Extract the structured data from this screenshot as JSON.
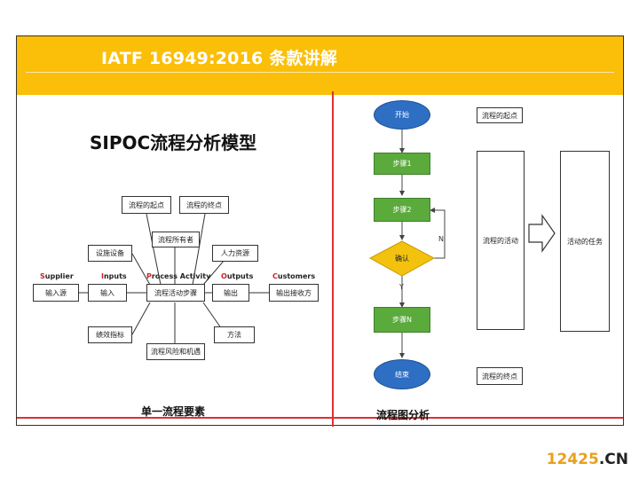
{
  "header": {
    "title": "IATF 16949:2016 条款讲解"
  },
  "left": {
    "title": "SIPOC流程分析模型",
    "caption": "单一流程要素",
    "categories": [
      {
        "initial": "S",
        "rest": "upplier"
      },
      {
        "initial": "I",
        "rest": "nputs"
      },
      {
        "initial": "P",
        "rest": "rocess Activity"
      },
      {
        "initial": "O",
        "rest": "utputs"
      },
      {
        "initial": "C",
        "rest": "ustomers"
      }
    ],
    "boxes": {
      "input_source": "输入源",
      "input": "输入",
      "process_step": "流程活动步骤",
      "output": "输出",
      "output_receiver": "输出接收方",
      "start_point": "流程的起点",
      "end_point": "流程的终点",
      "owner": "流程所有者",
      "equipment": "设施设备",
      "hr": "人力资源",
      "kpi": "绩效指标",
      "method": "方法",
      "risk": "流程风险和机遇"
    }
  },
  "right": {
    "caption": "流程图分析",
    "nodes": {
      "start": "开始",
      "step1": "步骤1",
      "step2": "步骤2",
      "confirm": "确认",
      "stepn": "步骤N",
      "end": "结束"
    },
    "branch_no": "N",
    "branch_yes": "Y",
    "notes": {
      "start_note": "流程的起点",
      "activity": "流程的活动",
      "end_note": "流程的终点",
      "task": "活动的任务"
    }
  },
  "watermark": {
    "main": "12425",
    "suffix": ".CN"
  },
  "colors": {
    "header": "#fbbf0a",
    "divider": "#e03030",
    "node_blue": "#2e6fc4",
    "node_green": "#5aaa3c",
    "decision": "#f2c20f"
  }
}
